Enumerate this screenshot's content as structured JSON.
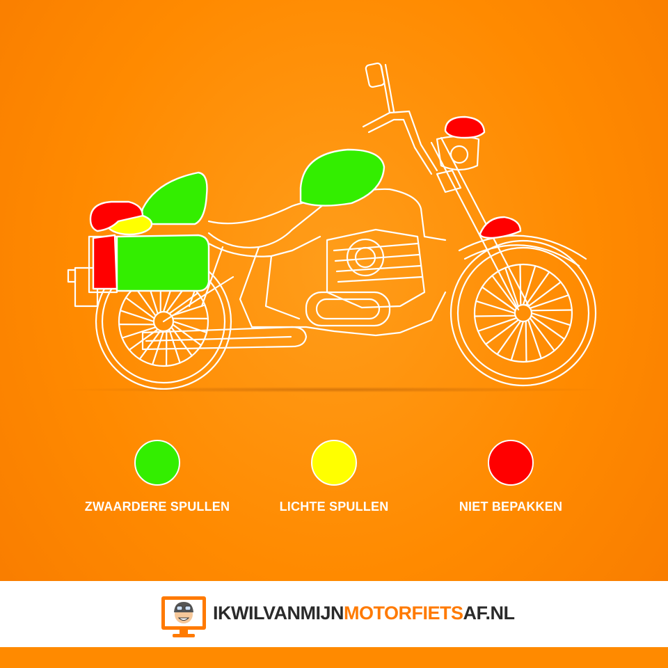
{
  "colors": {
    "background": "#ff8a00",
    "heavy": "#33ee00",
    "light": "#ffff00",
    "none": "#ff0000",
    "outline": "#ffffff",
    "brand_orange": "#ff7a00",
    "brand_dark": "#2a2a2a"
  },
  "legend": [
    {
      "label": "ZWAARDERE SPULLEN",
      "color": "#33ee00",
      "meaning": "heavy"
    },
    {
      "label": "LICHTE SPULLEN",
      "color": "#ffff00",
      "meaning": "light"
    },
    {
      "label": "NIET BEPAKKEN",
      "color": "#ff0000",
      "meaning": "none"
    }
  ],
  "footer": {
    "logo_part_dark": "IKWILVANMIJN",
    "logo_part_orange": "MOTORFIETS",
    "logo_part_end": "AF.NL",
    "mascot_icon": "monitor-helmet-mascot-icon"
  }
}
